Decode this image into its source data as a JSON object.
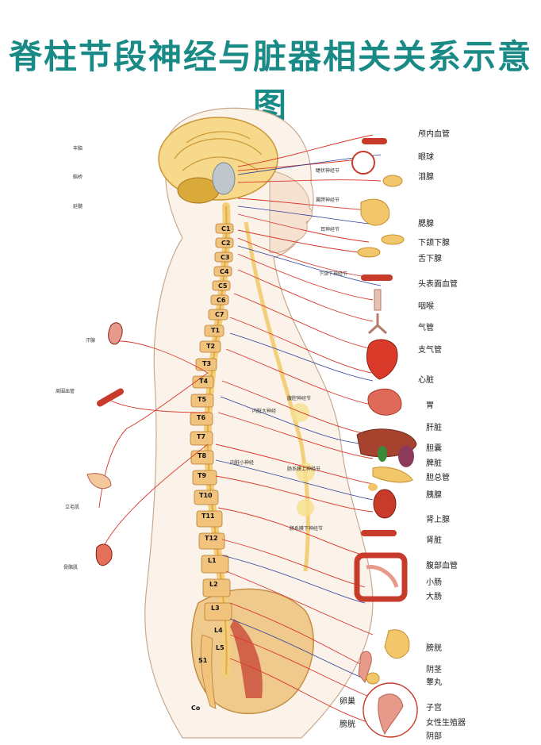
{
  "title": "脊柱节段神经与脏器相关关系示意图",
  "left_labels": [
    "丰脑",
    "脑桥",
    "延髓",
    "汗腺",
    "周围血管",
    "立毛肌",
    "骨骼肌"
  ],
  "ganglia_labels": [
    "睫状神经节",
    "翼腭神经节",
    "耳神经节",
    "下颌下神经节",
    "腹腔神经节",
    "内脏大神经",
    "肠系膜上神经节",
    "内脏小神经",
    "肠系膜下神经节"
  ],
  "vertebrae": [
    "C1",
    "C2",
    "C3",
    "C4",
    "C5",
    "C6",
    "C7",
    "T1",
    "T2",
    "T3",
    "T4",
    "T5",
    "T6",
    "T7",
    "T8",
    "T9",
    "T10",
    "T11",
    "T12",
    "L1",
    "L2",
    "L3",
    "L4",
    "L5",
    "S1",
    "Co"
  ],
  "organ_labels": [
    "颅内血管",
    "眼球",
    "泪腺",
    "腮腺",
    "下颌下腺",
    "舌下腺",
    "头表面血管",
    "咽喉",
    "气管",
    "支气管",
    "心脏",
    "胃",
    "肝脏",
    "胆囊",
    "脾脏",
    "胆总管",
    "胰腺",
    "肾上腺",
    "肾脏",
    "腹部血管",
    "小肠",
    "大肠",
    "膀胱",
    "阴茎",
    "睾丸",
    "子宫",
    "卵巢",
    "女性生殖器",
    "膀胱",
    "阴部"
  ],
  "colors": {
    "title": "#1a8a86",
    "nerve": "#d8362b",
    "vessel": "#2d3e9a",
    "spine": "#f3cf7a",
    "bone": "#e8a94a"
  }
}
